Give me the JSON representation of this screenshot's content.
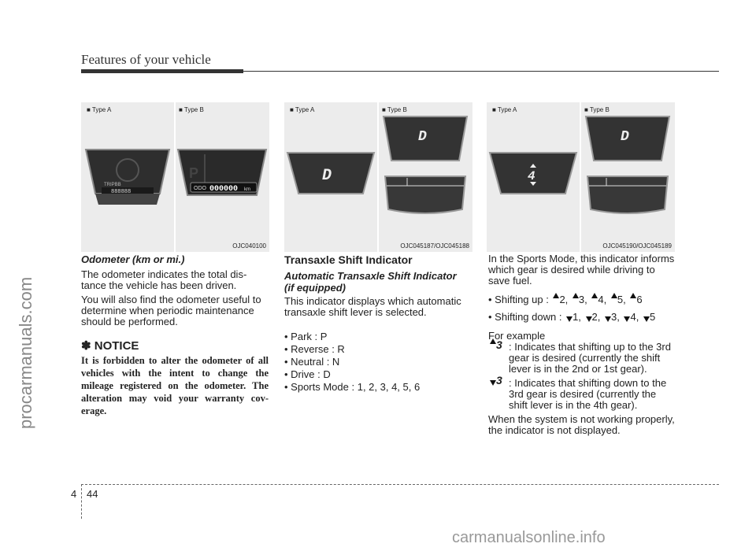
{
  "header": {
    "title": "Features of your vehicle"
  },
  "watermarks": {
    "left": "procarmanuals.com",
    "bottom": "carmanualsonline.info"
  },
  "figures": [
    {
      "type_a": "■ Type A",
      "type_b": "■ Type B",
      "code": "OJC040100",
      "odo_label": "ODO",
      "odo_value": "000000",
      "odo_unit": "km",
      "odo_small": "888888",
      "tripbb": "TRIPBB"
    },
    {
      "type_a": "■ Type A",
      "type_b": "■ Type B",
      "code": "OJC045187/OJC045188",
      "gear_a": "D",
      "gear_b": "D"
    },
    {
      "type_a": "■ Type A",
      "type_b": "■ Type B",
      "code": "OJC045190/OJC045189",
      "gear_a": "4",
      "gear_b": "D"
    }
  ],
  "col1": {
    "odometer_heading": "Odometer (km or mi.)",
    "para1": "The odometer indicates the total dis-tance the vehicle has been driven.",
    "para2": "You will also find the odometer useful to determine when periodic maintenance should be performed.",
    "notice_title": "✽ NOTICE",
    "notice_body": "It is forbidden to alter the odometer of all vehicles with the intent to change the mileage registered on the odometer. The alteration may void your warranty cov-erage."
  },
  "col2": {
    "section_title": "Transaxle Shift Indicator",
    "sub_heading_1": "Automatic Transaxle Shift Indicator",
    "sub_heading_2": "(if equipped)",
    "intro": "This indicator displays which automatic transaxle shift lever is selected.",
    "items": [
      "Park : P",
      "Reverse : R",
      "Neutral : N",
      "Drive : D",
      "Sports Mode : 1, 2, 3, 4, 5, 6"
    ]
  },
  "col3": {
    "intro": "In the Sports Mode, this indicator informs which gear is desired while driving to save fuel.",
    "shift_up_label": "• Shifting up :",
    "shift_up_values": [
      "2,",
      "3,",
      "4,",
      "5,",
      "6"
    ],
    "shift_down_label": "• Shifting down :",
    "shift_down_values": [
      "1,",
      "2,",
      "3,",
      "4,",
      "5"
    ],
    "example_label": "For example",
    "example_symbol": "3",
    "example_up": ": Indicates that shifting up to the 3rd gear is desired (currently the shift lever is in the 2nd or 1st gear).",
    "example_down": ": Indicates that shifting down to the 3rd gear is desired (currently the shift lever is in the 4th gear).",
    "closing": "When the system is not working properly, the indicator is not displayed."
  },
  "footer": {
    "chapter": "4",
    "page": "44"
  }
}
